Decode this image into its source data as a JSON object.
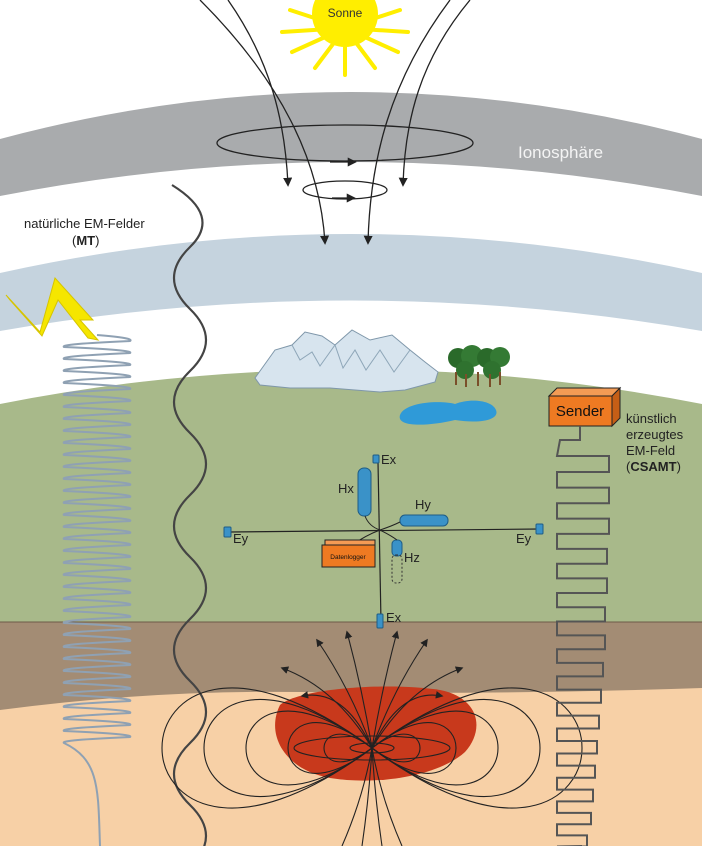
{
  "labels": {
    "sun": "Sonne",
    "ionosphere": "Ionosphäre",
    "natural_fields_line1": "natürliche EM-Felder",
    "natural_fields_open": "(",
    "natural_fields_abbr": "MT",
    "natural_fields_close": ")",
    "artificial_line1": "künstlich",
    "artificial_line2": "erzeugtes",
    "artificial_line3": "EM-Feld",
    "artificial_open": "(",
    "artificial_abbr": "CSAMT",
    "artificial_close": ")",
    "sender": "Sender",
    "datalogger": "Datenlogger"
  },
  "sensors": {
    "ex_top": "Ex",
    "ex_bottom": "Ex",
    "ey_left": "Ey",
    "ey_right": "Ey",
    "hx": "Hx",
    "hy": "Hy",
    "hz": "Hz"
  },
  "colors": {
    "sun": "#ffee00",
    "ionosphere": "#a9abad",
    "atmosphere_band": "#c5d3de",
    "ground_surface": "#a8b98a",
    "subsurface_upper": "#a38c74",
    "subsurface_lower": "#f7d0a6",
    "conductor": "#c8391c",
    "sender": "#ee7a22",
    "sensor": "#3a92c8",
    "lake": "#2f9ad8",
    "lightning": "#f5e600"
  }
}
